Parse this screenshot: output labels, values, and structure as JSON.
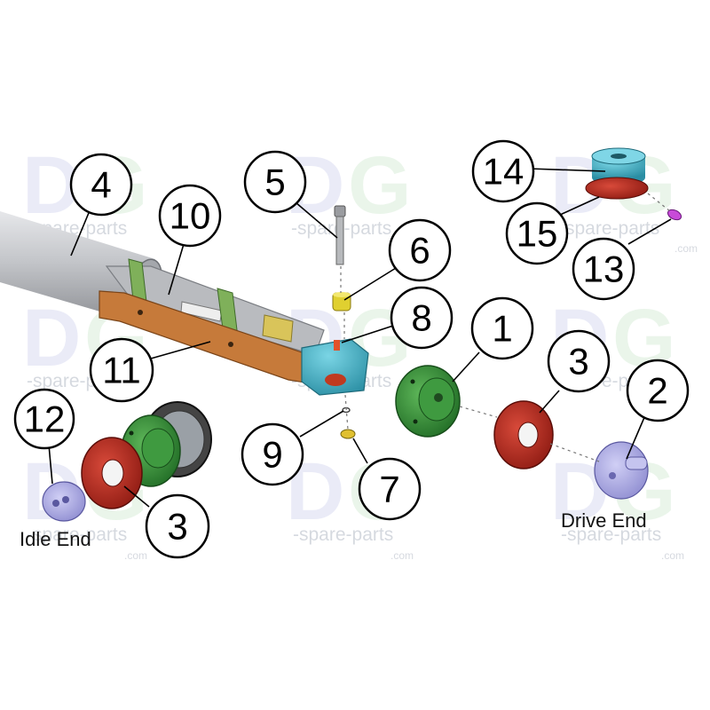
{
  "labels": {
    "idle_end": "Idle End",
    "drive_end": "Drive End"
  },
  "callouts": [
    "1",
    "2",
    "3",
    "3",
    "4",
    "5",
    "6",
    "7",
    "8",
    "9",
    "10",
    "11",
    "12",
    "13",
    "14",
    "15"
  ],
  "watermark": {
    "logo_d": "D",
    "logo_g": "G",
    "text": "-spare-parts",
    "domain": ".com"
  },
  "colors": {
    "tube_grey": "#c9cbcf",
    "bracket_orange": "#c77a3a",
    "cap_green": "#2f8a34",
    "ring_red": "#b8241c",
    "block_cyan": "#3fb3c9",
    "end_lavender": "#a7a6e0",
    "screw_magenta": "#c84ad8",
    "nut_yellow": "#e0d030"
  }
}
